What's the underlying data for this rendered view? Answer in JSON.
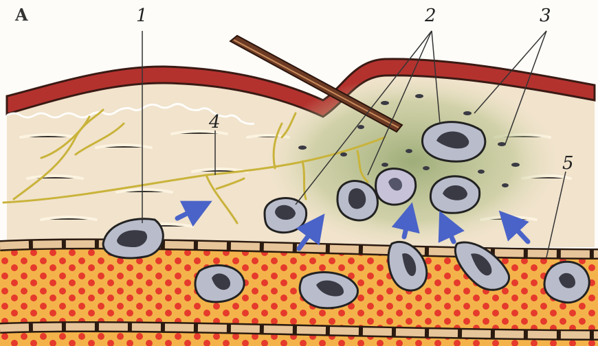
{
  "figure": {
    "panel_label": "A",
    "callouts": [
      {
        "id": "1",
        "text": "1"
      },
      {
        "id": "2",
        "text": "2"
      },
      {
        "id": "3",
        "text": "3"
      },
      {
        "id": "4",
        "text": "4"
      },
      {
        "id": "5",
        "text": "5"
      }
    ]
  },
  "colors": {
    "skin_red": "#b4322e",
    "dermis": "#f1e3cc",
    "nerve": "#c9b33a",
    "blood": "#e94a3a",
    "vessel_wall": "#e7c59a",
    "cell_fill": "#b9bccb",
    "cell_nucleus": "#3a3a44",
    "arrow": "#4a63c8",
    "inflammation": "#9fb07b"
  },
  "icons": {
    "migration_arrow": "arrow-icon",
    "splinter": "splinter-icon",
    "macrophage": "cell-icon"
  }
}
